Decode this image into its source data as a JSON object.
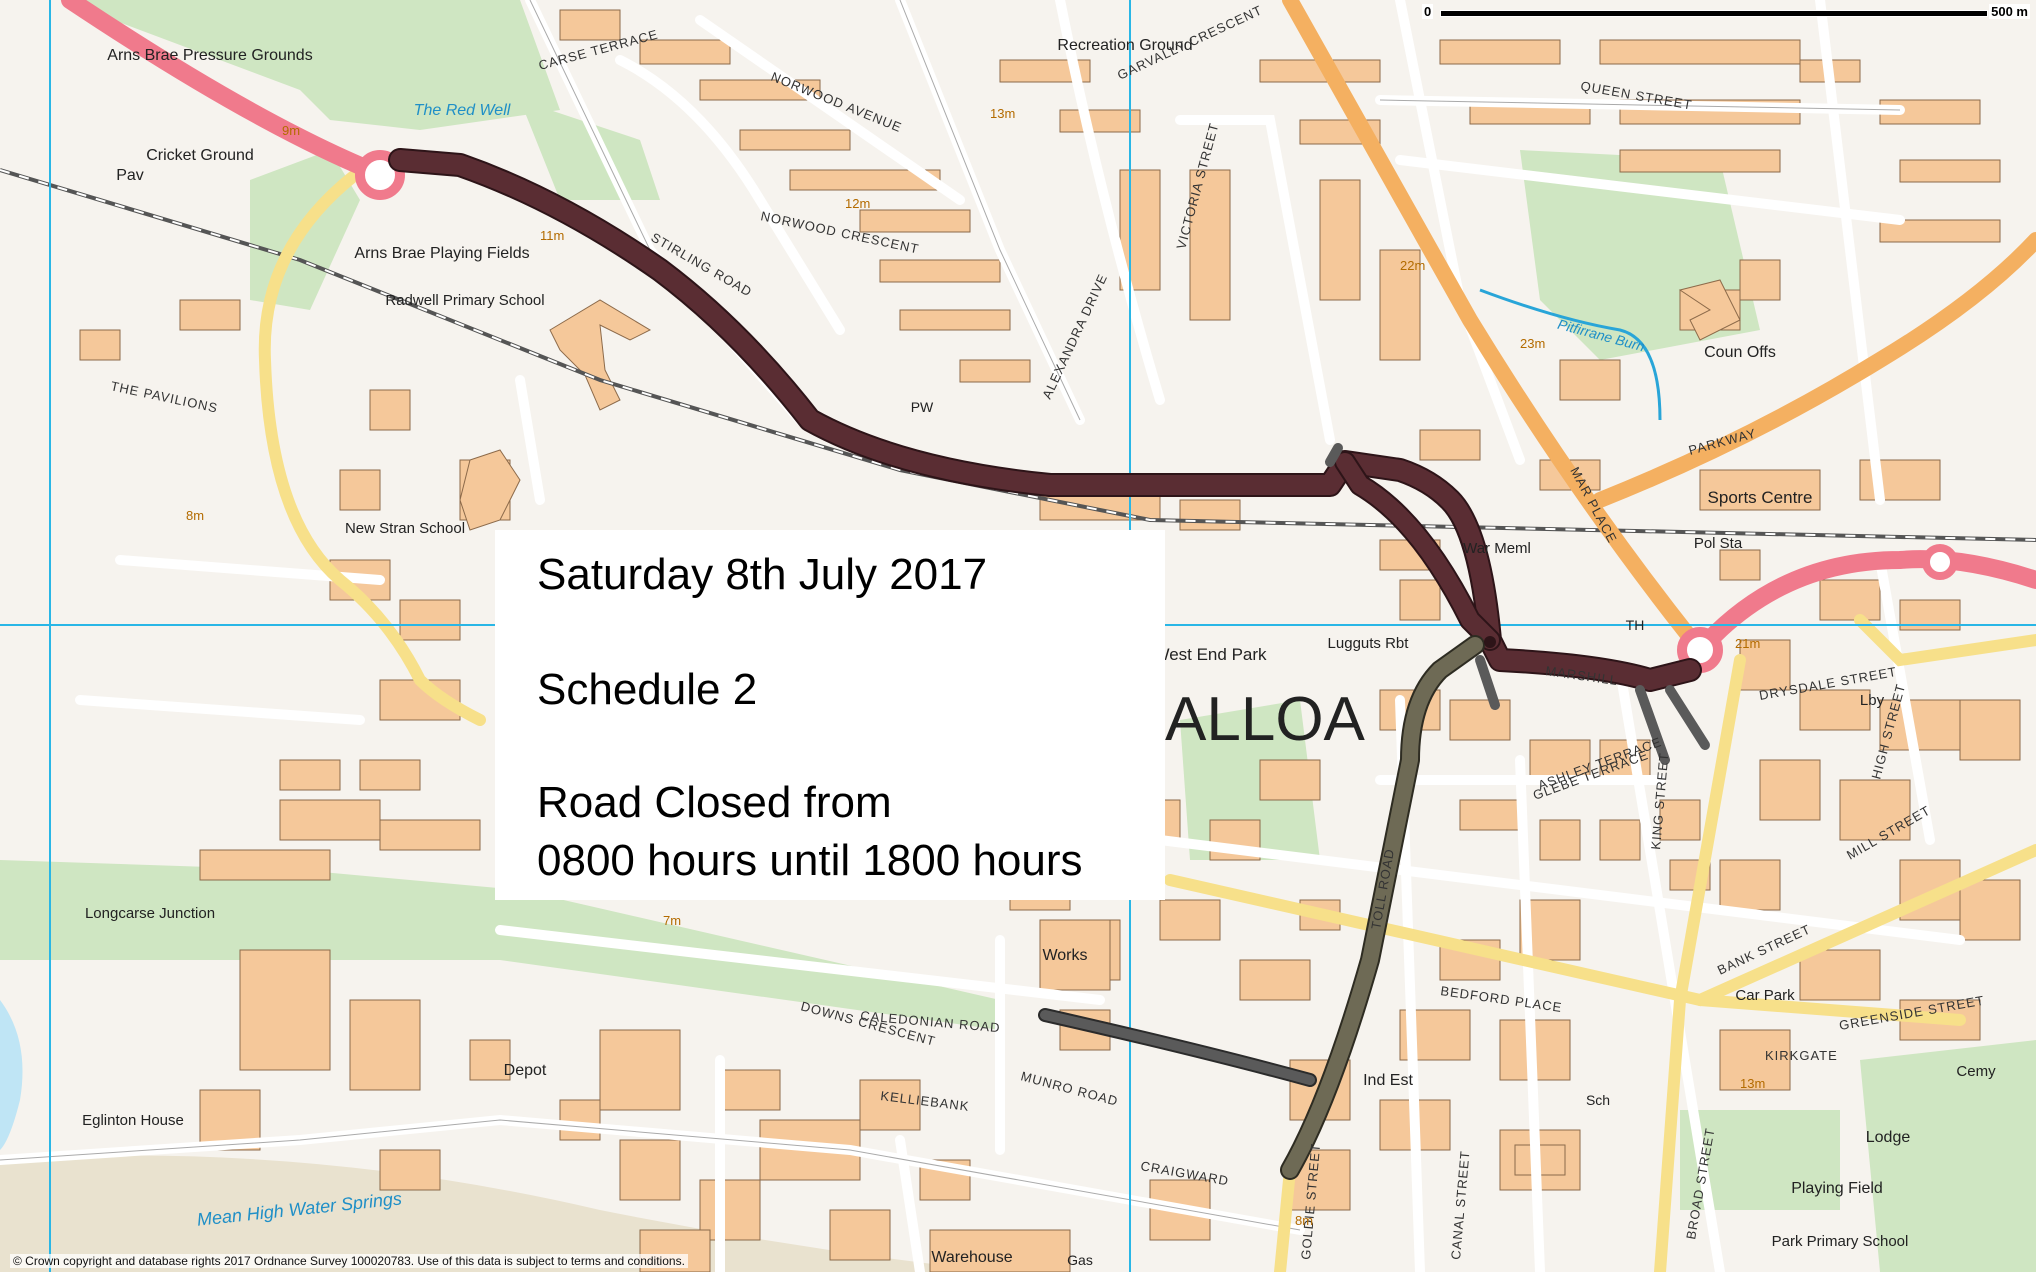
{
  "notice": {
    "date": "Saturday 8th July 2017",
    "schedule": "Schedule 2",
    "closure_line1": "Road Closed from",
    "closure_line2": "0800 hours until 1800 hours"
  },
  "scale": {
    "start": "0",
    "end": "500 m"
  },
  "copyright": "© Crown copyright and database rights 2017 Ordnance Survey 100020783. Use of this data is subject to terms and conditions.",
  "colors": {
    "closed_route": "#5a2d33",
    "secondary_route": "#6e6a55",
    "side_closure": "#5a5a5a",
    "a_road": "#f07a8c",
    "b_road": "#f4b061",
    "minor_road": "#f7e08a",
    "building": "#f5c89a",
    "green": "#cfe6c2",
    "water": "#bfe5f5",
    "grid": "#29b6e6"
  },
  "labels": {
    "town": "ALLOA",
    "areas": [
      "Arns Brae Pressure Grounds",
      "Cricket Ground",
      "Pav",
      "Arns Brae Playing Fields",
      "Radwell Primary School",
      "New Stran School",
      "Recreation Ground",
      "Coun Offs",
      "Sports Centre",
      "Pol Sta",
      "West End Park",
      "Works",
      "Depot",
      "Longcarse Junction",
      "Eglinton House",
      "Ind Est",
      "Lodge",
      "Playing Field",
      "Park Primary School",
      "Car Park",
      "War Meml",
      "Lby",
      "Cemy",
      "Warehouse",
      "Lugguts Rbt",
      "Sch",
      "PW",
      "TH",
      "Gas"
    ],
    "water": [
      "The Red Well",
      "Mean High Water Springs",
      "Pitfirrane Burn"
    ],
    "roads": [
      "STIRLING ROAD",
      "PARKWAY",
      "MAR PLACE",
      "KELLIEBANK",
      "CRAIGWARD",
      "BEDFORD PLACE",
      "CALEDONIAN ROAD",
      "THE PAVILIONS",
      "GARVALLY CRESCENT",
      "QUEEN STREET",
      "VICTORIA STREET",
      "ALEXANDRA DRIVE",
      "NORWOOD AVENUE",
      "NORWOOD CRESCENT",
      "MARSHILL",
      "DRYSDALE STREET",
      "MILL STREET",
      "HIGH STREET",
      "BANK STREET",
      "KIRKGATE",
      "GREENSIDE STREET",
      "BROAD STREET",
      "CANAL STREET",
      "ASHLEY TERRACE",
      "CARSE TERRACE",
      "DOWNS CRESCENT",
      "MUNRO ROAD",
      "GLEBE TERRACE",
      "TOLL ROAD",
      "GOLDIE STREET",
      "KING STREET"
    ],
    "heights": [
      "9m",
      "11m",
      "8m",
      "13m",
      "12m",
      "22m",
      "23m",
      "21m",
      "7m",
      "8m",
      "13m"
    ]
  }
}
